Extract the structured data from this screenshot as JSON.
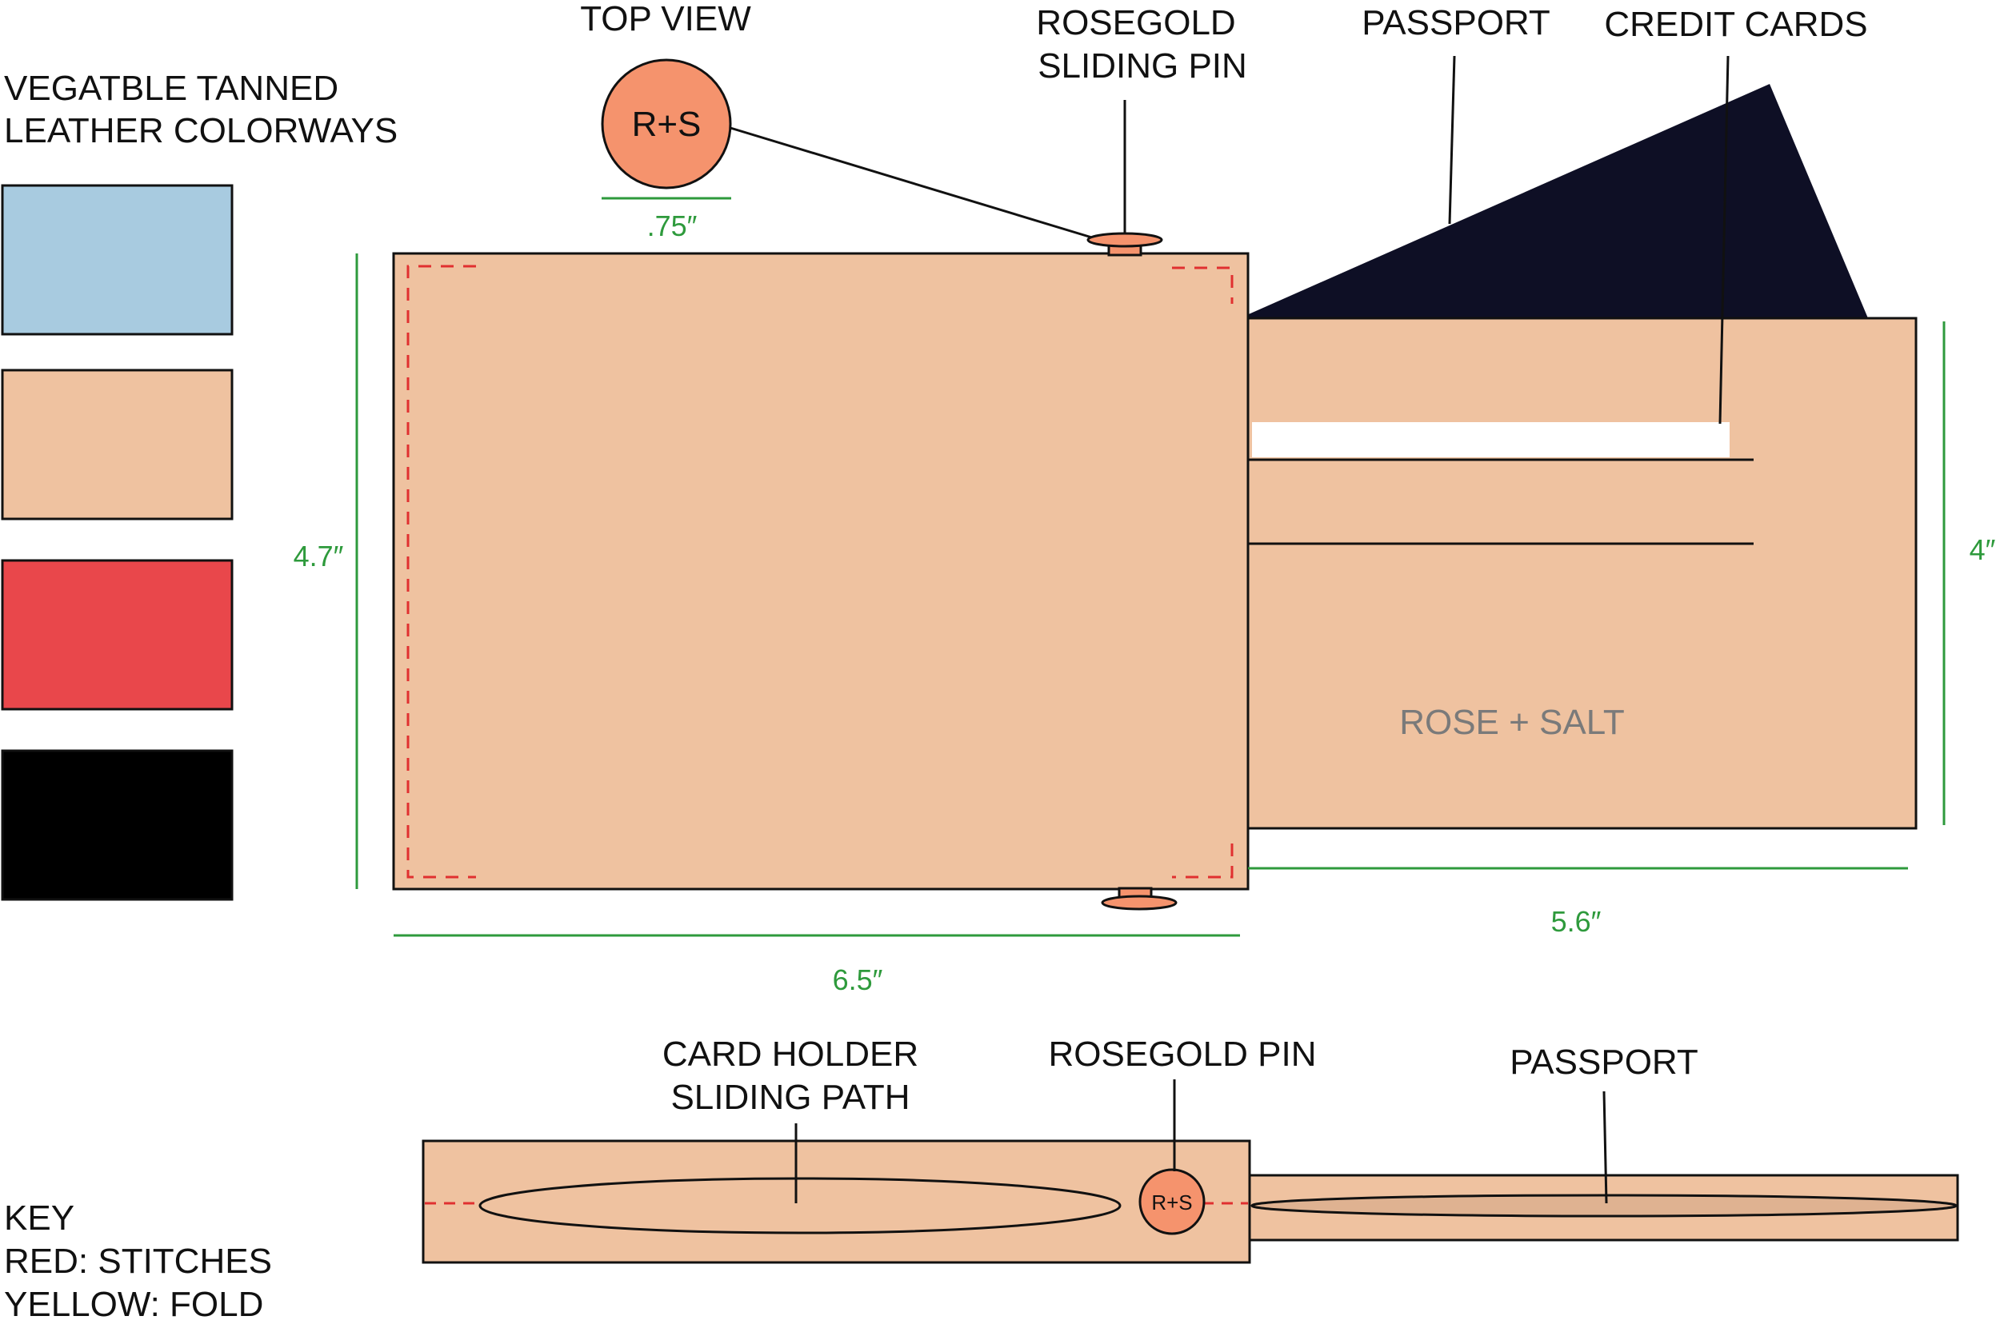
{
  "colors": {
    "leather": "#efc2a0",
    "pin": "#f5936d",
    "passport_dark": "#0e0f25",
    "passport_side": "#dfb291",
    "stitch": "#e03030",
    "dimension": "#2e9a3c",
    "outline": "#111111"
  },
  "colorways": {
    "title_line1": "VEGATBLE TANNED",
    "title_line2": "LEATHER COLORWAYS",
    "swatches": [
      {
        "name": "blue",
        "color": "#a8cbe0"
      },
      {
        "name": "tan",
        "color": "#efc2a0"
      },
      {
        "name": "red",
        "color": "#e9474b"
      },
      {
        "name": "black",
        "color": "#000000"
      }
    ]
  },
  "top_view": {
    "label": "TOP VIEW",
    "logo_text": "R+S",
    "diameter": ".75″"
  },
  "callouts": {
    "sliding_pin_line1": "ROSEGOLD",
    "sliding_pin_line2": "SLIDING PIN",
    "passport": "PASSPORT",
    "credit_cards": "CREDIT CARDS"
  },
  "dimensions": {
    "height_left": "4.7″",
    "width_bottom": "6.5″",
    "height_right": "4″",
    "width_right": "5.6″"
  },
  "brand": "ROSE + SALT",
  "side_view": {
    "card_holder_line1": "CARD HOLDER",
    "card_holder_line2": "SLIDING PATH",
    "pin_label": "ROSEGOLD PIN",
    "pin_logo": "R+S",
    "passport_label": "PASSPORT"
  },
  "key": {
    "title": "KEY",
    "red": "RED: STITCHES",
    "yellow": "YELLOW: FOLD"
  }
}
